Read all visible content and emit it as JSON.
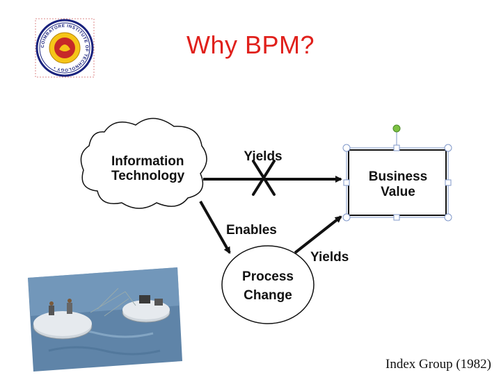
{
  "slide": {
    "title": "Why BPM?",
    "citation": "Index Group (1982)"
  },
  "logo": {
    "text": "COIMBATORE INSTITUTE OF TECHNOLOGY",
    "colors": {
      "outer": "#1a237e",
      "ring": "#f5c518",
      "inner": "#c62828"
    }
  },
  "diagram": {
    "nodes": {
      "it": {
        "line1": "Information",
        "line2": "Technology"
      },
      "bv": {
        "line1": "Business",
        "line2": "Value"
      },
      "pc": {
        "line1": "Process",
        "line2": "Change"
      }
    },
    "edges": {
      "it_bv": "Yields",
      "it_pc": "Enables",
      "pc_bv": "Yields"
    }
  },
  "colors": {
    "title": "#e0201b",
    "selection": "#7f97c9",
    "rotate_handle": "#7dc142"
  }
}
